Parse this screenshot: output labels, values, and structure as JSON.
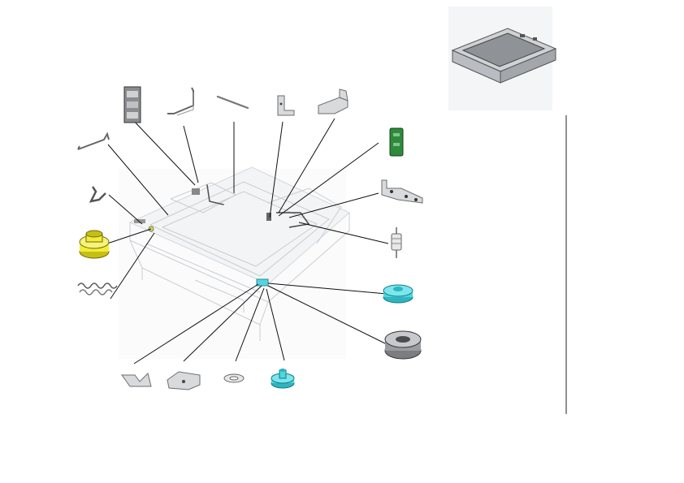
{
  "figure": {
    "type": "exploded-parts-diagram",
    "labels": []
  },
  "colors": {
    "cyan_part": "#4fd6df",
    "yellow_part": "#f2ec3a",
    "green_board": "#2f8a3c",
    "gray_part": "#9a9a9a",
    "frame_line": "#c9cdd2",
    "leader_line": "#111111"
  },
  "parts": [
    {
      "name": "wire-spring-upper-left",
      "color": "gray"
    },
    {
      "name": "pcb-sensor-board",
      "color": "green"
    },
    {
      "name": "pulley-cyan",
      "color": "cyan"
    },
    {
      "name": "roller-gray",
      "color": "gray"
    },
    {
      "name": "bushing-yellow",
      "color": "yellow"
    },
    {
      "name": "coil-spring",
      "color": "gray"
    },
    {
      "name": "gear-cyan",
      "color": "cyan"
    }
  ]
}
